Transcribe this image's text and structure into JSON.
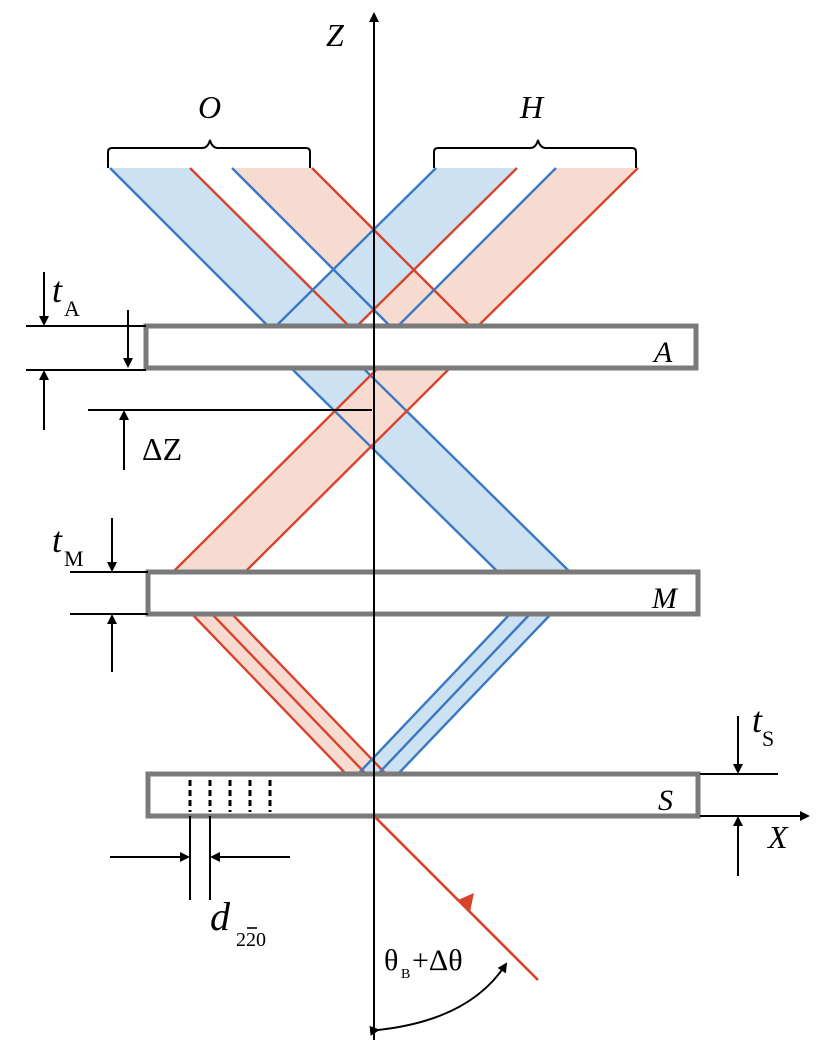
{
  "axes": {
    "z_label": "Z",
    "x_label": "X"
  },
  "beams": {
    "o_label": "O",
    "h_label": "H"
  },
  "crystals": {
    "analyzer": "A",
    "mirror": "M",
    "splitter": "S"
  },
  "thickness": {
    "t_symbol": "t",
    "a_sub": "A",
    "m_sub": "M",
    "s_sub": "S"
  },
  "offset": {
    "delta_z": "ΔZ"
  },
  "lattice": {
    "d_symbol": "d",
    "d_sub": "220"
  },
  "angle": {
    "theta": "θ",
    "b_sub": "B",
    "plus_delta": "+Δθ"
  },
  "colors": {
    "red": "#d9432b",
    "blue": "#3b78c4",
    "red_fill": "#f6d5c8",
    "blue_fill": "#c4dcef",
    "box_stroke": "#7a7a7a"
  }
}
